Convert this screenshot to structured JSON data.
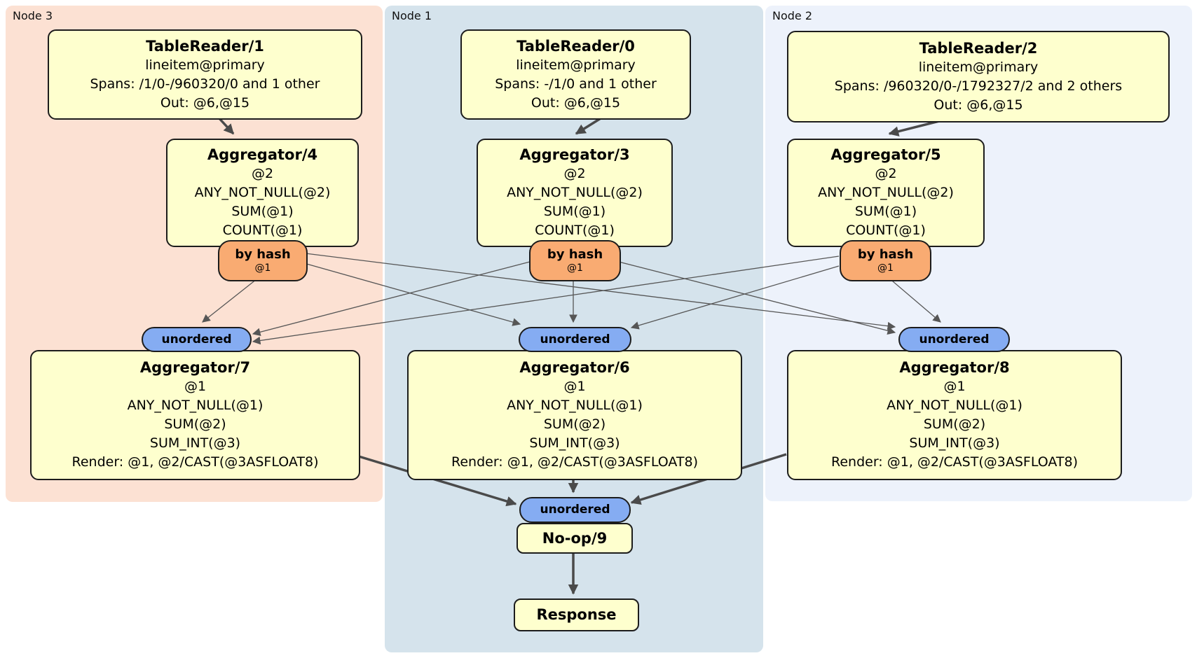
{
  "diagram": {
    "nodes": [
      {
        "label": "Node 3",
        "table_reader": {
          "title": "TableReader/1",
          "table": "lineitem@primary",
          "spans": "Spans: /1/0-/960320/0 and 1 other",
          "out": "Out: @6,@15"
        },
        "agg_top": {
          "title": "Aggregator/4",
          "group": "@2",
          "f1": "ANY_NOT_NULL(@2)",
          "f2": "SUM(@1)",
          "f3": "COUNT(@1)"
        },
        "router": {
          "label": "by hash",
          "detail": "@1"
        },
        "stream": "unordered",
        "agg_bottom": {
          "title": "Aggregator/7",
          "group": "@1",
          "f1": "ANY_NOT_NULL(@1)",
          "f2": "SUM(@2)",
          "f3": "SUM_INT(@3)",
          "f4": "Render: @1, @2/CAST(@3ASFLOAT8)"
        }
      },
      {
        "label": "Node 1",
        "table_reader": {
          "title": "TableReader/0",
          "table": "lineitem@primary",
          "spans": "Spans: -/1/0 and 1 other",
          "out": "Out: @6,@15"
        },
        "agg_top": {
          "title": "Aggregator/3",
          "group": "@2",
          "f1": "ANY_NOT_NULL(@2)",
          "f2": "SUM(@1)",
          "f3": "COUNT(@1)"
        },
        "router": {
          "label": "by hash",
          "detail": "@1"
        },
        "stream": "unordered",
        "agg_bottom": {
          "title": "Aggregator/6",
          "group": "@1",
          "f1": "ANY_NOT_NULL(@1)",
          "f2": "SUM(@2)",
          "f3": "SUM_INT(@3)",
          "f4": "Render: @1, @2/CAST(@3ASFLOAT8)"
        }
      },
      {
        "label": "Node 2",
        "table_reader": {
          "title": "TableReader/2",
          "table": "lineitem@primary",
          "spans": "Spans: /960320/0-/1792327/2 and 2 others",
          "out": "Out: @6,@15"
        },
        "agg_top": {
          "title": "Aggregator/5",
          "group": "@2",
          "f1": "ANY_NOT_NULL(@2)",
          "f2": "SUM(@1)",
          "f3": "COUNT(@1)"
        },
        "router": {
          "label": "by hash",
          "detail": "@1"
        },
        "stream": "unordered",
        "agg_bottom": {
          "title": "Aggregator/8",
          "group": "@1",
          "f1": "ANY_NOT_NULL(@1)",
          "f2": "SUM(@2)",
          "f3": "SUM_INT(@3)",
          "f4": "Render: @1, @2/CAST(@3ASFLOAT8)"
        }
      }
    ],
    "sink": {
      "stream": "unordered",
      "noop": "No-op/9",
      "response": "Response"
    }
  },
  "colors": {
    "region_node3": "#fce1d3",
    "region_node1": "#d5e3ec",
    "region_node2": "#edf2fb",
    "node_fill": "#feffce",
    "node_border": "#1c1c1c",
    "router_fill": "#f9ab72",
    "stream_fill": "#85acf2",
    "edge_thick": "#4a4a4a",
    "edge_thin": "#565656"
  }
}
